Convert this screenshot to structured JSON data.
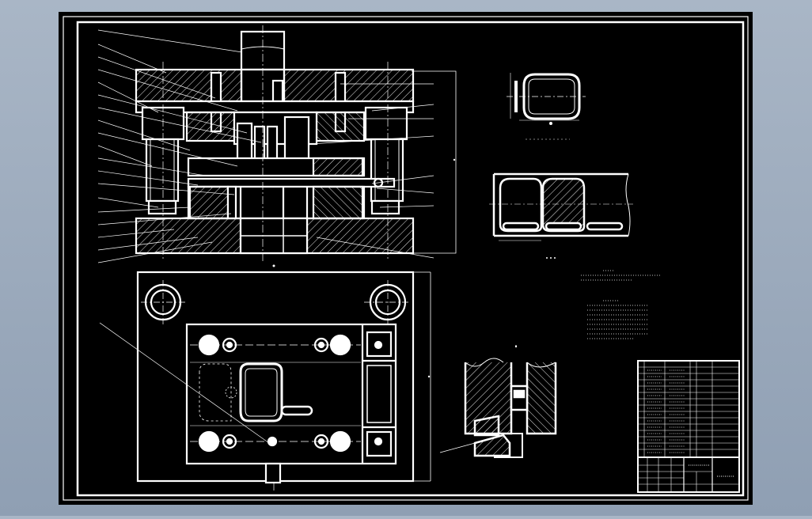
{
  "viewer": {
    "background": "#95a5b8",
    "canvas_color": "#000000",
    "stroke_color": "#ffffff",
    "hatch_color": "#ffffff"
  },
  "drawing": {
    "views": [
      "main-section-view",
      "bottom-plan-view",
      "part-detail-view",
      "strip-layout-view",
      "partial-detail-view",
      "technical-notes",
      "bill-of-materials"
    ]
  }
}
